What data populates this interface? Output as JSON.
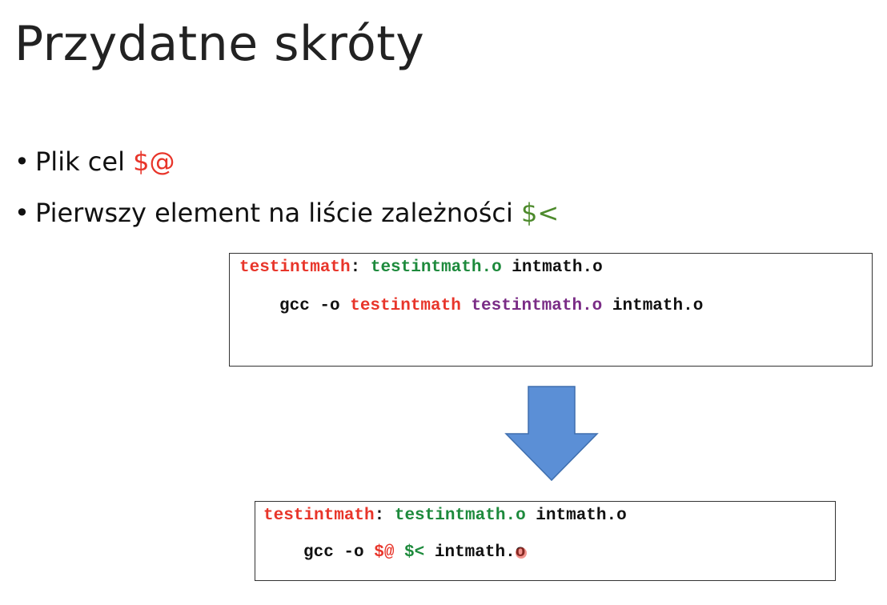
{
  "slide": {
    "title": "Przydatne skróty",
    "bullets": [
      {
        "text": "Plik cel ",
        "highlight": "$@",
        "highlight_color": "#e8352a"
      },
      {
        "text": "Pierwszy element na liście zależności ",
        "highlight": "$<",
        "highlight_color": "#4d8a2c"
      }
    ]
  },
  "code_before": {
    "line1": {
      "target": "testintmath",
      "sep": ": ",
      "dep1": "testintmath.o",
      "sp": " ",
      "dep2": "intmath.o"
    },
    "line2": {
      "cmd": "gcc -o ",
      "out": "testintmath",
      "sp1": " ",
      "in1": "testintmath.o",
      "sp2": " ",
      "in2": "intmath.o"
    }
  },
  "code_after": {
    "line1": {
      "target": "testintmath",
      "sep": ": ",
      "dep1": "testintmath.o",
      "sp": " ",
      "dep2": "intmath.o"
    },
    "line2": {
      "cmd": "gcc -o ",
      "out": "$@",
      "sp1": " ",
      "in1": "$<",
      "sp2": " ",
      "in2": "intmath.o"
    }
  },
  "icons": {
    "arrow": "arrow-down-icon"
  },
  "colors": {
    "red": "#e8352a",
    "green": "#1d8a3c",
    "purple": "#7a2c86",
    "arrow_fill": "#5b8fd6",
    "arrow_stroke": "#3f6fae"
  }
}
